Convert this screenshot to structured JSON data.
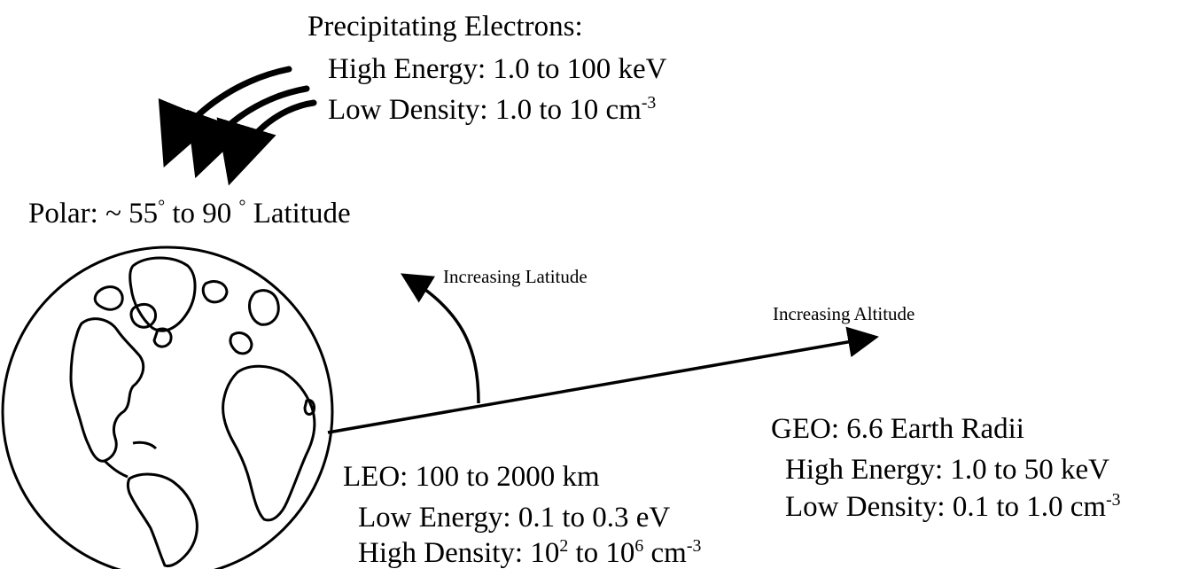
{
  "precipitating": {
    "heading": "Precipitating Electrons:",
    "energy": "High Energy: 1.0 to 100 keV",
    "density_prefix": "Low Density:  1.0 to 10 cm",
    "density_exp": "-3"
  },
  "polar": {
    "label_part1": "Polar: ~ 55",
    "degree_symbol": "°",
    "label_part2": " to 90 ",
    "label_part3": " Latitude"
  },
  "arrows": {
    "latitude_label": "Increasing Latitude",
    "altitude_label": "Increasing Altitude"
  },
  "leo": {
    "title": "LEO:  100 to 2000 km",
    "energy": "Low Energy: 0.1 to 0.3 eV",
    "density_prefix": "High Density: 10",
    "density_exp1": "2",
    "density_mid": " to 10",
    "density_exp2": "6",
    "density_unit": " cm",
    "density_exp3": "-3"
  },
  "geo": {
    "title": "GEO:  6.6 Earth Radii",
    "energy": "High Energy: 1.0 to 50 keV",
    "density_prefix": "Low Density: 0.1 to 1.0 cm",
    "density_exp": "-3"
  },
  "colors": {
    "ink": "#000000",
    "background": "#ffffff"
  }
}
